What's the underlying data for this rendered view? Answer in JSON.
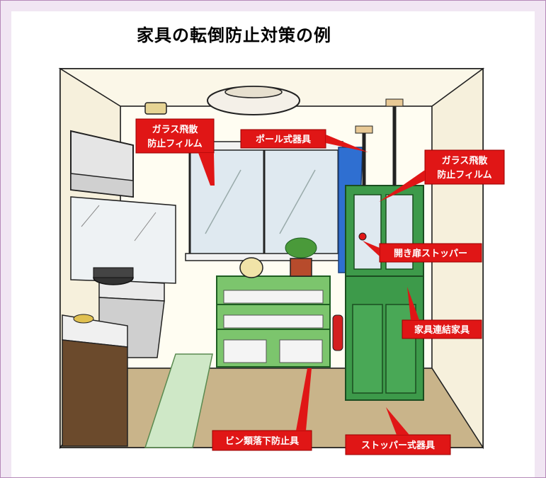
{
  "title": "家具の転倒防止対策の例",
  "labels": {
    "glass_film_left_1": "ガラス飛散",
    "glass_film_left_2": "防止フィルム",
    "pole": "ポール式器具",
    "glass_film_right_1": "ガラス飛散",
    "glass_film_right_2": "防止フィルム",
    "door_stopper": "開き扉ストッパー",
    "furniture_link": "家具連結家具",
    "bottle_fall": "ビン類落下防止具",
    "stopper": "ストッパー式器具"
  },
  "colors": {
    "label_bg": "#e01616",
    "label_text": "#ffffff",
    "cabinet": "#3d9a4a",
    "shelf": "#7cc56d",
    "wall": "#fbf7e8",
    "floor": "#c9b48a"
  }
}
